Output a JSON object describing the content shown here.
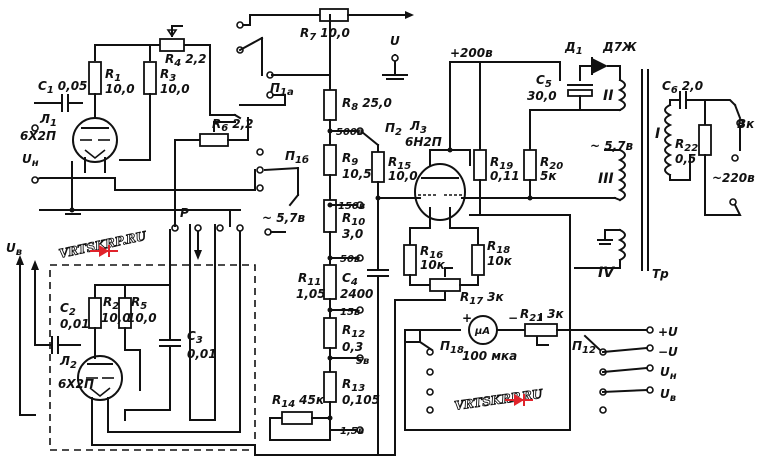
{
  "labels": {
    "c1": "C",
    "c1_sub": "1",
    "c1_val": "0,05",
    "l1": "Л",
    "l1_sub": "1",
    "l1_type": "6Х2П",
    "r1": "R",
    "r1_sub": "1",
    "r1_val": "10,0",
    "r3": "R",
    "r3_sub": "3",
    "r3_val": "10,0",
    "r4": "R",
    "r4_sub": "4",
    "r4_val": "2,2",
    "r6": "R",
    "r6_sub": "6",
    "r6_val": "2,2",
    "r7": "R",
    "r7_sub": "7",
    "r7_val": "10,0",
    "u_top": "U",
    "un_left": "U",
    "un_left_sub": "н",
    "p1a": "П",
    "p1a_sub": "1а",
    "p1b": "П",
    "p1b_sub": "1б",
    "v57_left": "~ 5,7в",
    "r8": "R",
    "r8_sub": "8",
    "r8_val": "25,0",
    "t500": "500в",
    "p2": "П",
    "p2_sub": "2",
    "r9": "R",
    "r9_sub": "9",
    "r9_val": "10,5",
    "t150": "150в",
    "r10": "R",
    "r10_sub": "10",
    "r10_val": "3,0",
    "t50": "50в",
    "r11": "R",
    "r11_sub": "11",
    "r11_val": "1,05",
    "c4": "C",
    "c4_sub": "4",
    "c4_val": "2400",
    "t15": "15в",
    "r12": "R",
    "r12_sub": "12",
    "r12_val": "0,3",
    "t5": "5в",
    "r13": "R",
    "r13_sub": "13",
    "r13_val": "0,105",
    "r14": "R",
    "r14_sub": "14",
    "r14_val": "45к",
    "t15b": "1,5в",
    "plus200": "+200в",
    "l3": "Л",
    "l3_sub": "3",
    "l3_type": "6Н2П",
    "r15": "R",
    "r15_sub": "15",
    "r15_val": "10,0",
    "r16": "R",
    "r16_sub": "16",
    "r16_val": "10к",
    "r17": "R",
    "r17_sub": "17",
    "r17_val": "3к",
    "r18": "R",
    "r18_sub": "18",
    "r18_val": "10к",
    "r19": "R",
    "r19_sub": "19",
    "r19_val": "0,11",
    "r20": "R",
    "r20_sub": "20",
    "r20_val": "5к",
    "d1": "Д",
    "d1_sub": "1",
    "d1_type": "Д7Ж",
    "c5": "C",
    "c5_sub": "5",
    "c5_val": "30,0",
    "c6": "C",
    "c6_sub": "6",
    "c6_val": "2,0",
    "wind_II": "II",
    "wind_I": "I",
    "wind_III": "III",
    "wind_IV": "IV",
    "r22": "R",
    "r22_sub": "22",
    "r22_val": "0,5",
    "bk": "Вк",
    "v220": "~220в",
    "v57_right": "~ 5,7в",
    "tr": "Тр",
    "ua": "μA",
    "ua_val": "100 мка",
    "r21": "R",
    "r21_sub": "21",
    "r21_val": "3к",
    "p18": "П",
    "p18_sub": "18",
    "p12": "П",
    "p12_sub": "12",
    "plus_u": "+U",
    "minus_u": "−U",
    "un_right": "U",
    "un_right_sub": "н",
    "uv_right": "U",
    "uv_right_sub": "в",
    "uv_left": "U",
    "uv_left_sub": "в",
    "c2": "C",
    "c2_sub": "2",
    "c2_val": "0,01",
    "r2": "R",
    "r2_sub": "2",
    "r2_val": "10,0",
    "r5": "R",
    "r5_sub": "5",
    "r5_val": "10,0",
    "c3": "C",
    "c3_sub": "3",
    "c3_val": "0,01",
    "l2": "Л",
    "l2_sub": "2",
    "l2_type": "6Х2П",
    "p_label": "Р",
    "watermark1": "VRTSKRP.RU",
    "watermark2": "VRTSKRP.RU"
  }
}
